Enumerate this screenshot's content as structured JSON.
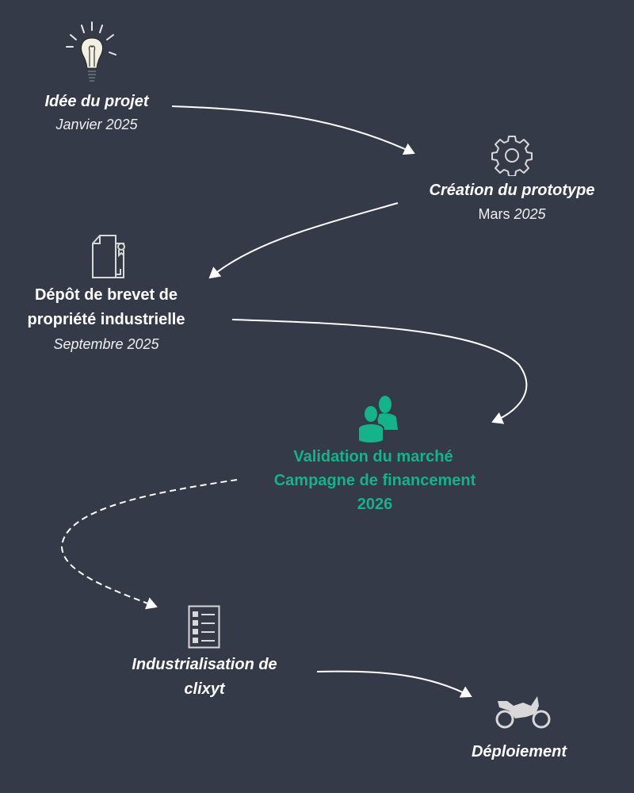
{
  "colors": {
    "background": "#343a47",
    "text": "#ffffff",
    "accent": "#14b38a"
  },
  "milestones": [
    {
      "title": "Idée du projet",
      "date": "Janvier 2025",
      "icon": "lightbulb-icon"
    },
    {
      "title": "Création du prototype",
      "date_month": "Mars",
      "date_year": "2025",
      "icon": "gear-icon"
    },
    {
      "title_line1": "Dépôt de brevet de",
      "title_line2": "propriété industrielle",
      "date": "Septembre 2025",
      "icon": "patent-document-icon"
    },
    {
      "line1": "Validation du marché",
      "line2": "Campagne de financement",
      "line3": "2026",
      "icon": "people-icon"
    },
    {
      "title_line1": "Industrialisation de",
      "title_line2": "clixyt",
      "icon": "checklist-icon"
    },
    {
      "title": "Déploiement",
      "icon": "motorcycle-icon"
    }
  ]
}
